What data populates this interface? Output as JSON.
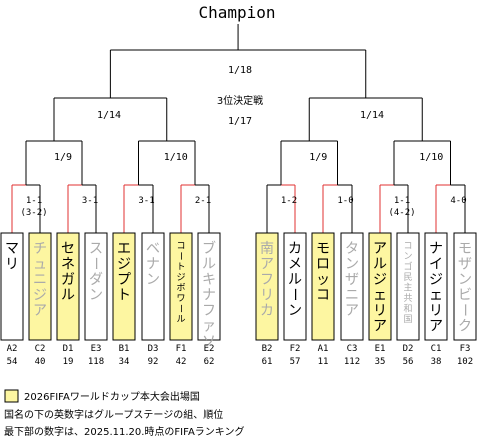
{
  "title": "Champion",
  "final": {
    "date": "1/18"
  },
  "third_place": {
    "label": "3位決定戦",
    "date": "1/17"
  },
  "semifinals": [
    {
      "date": "1/14"
    },
    {
      "date": "1/14"
    }
  ],
  "quarterfinals": [
    {
      "date": "1/9"
    },
    {
      "date": "1/10"
    },
    {
      "date": "1/9"
    },
    {
      "date": "1/10"
    }
  ],
  "r1_matches": [
    {
      "score_lines": [
        "1-1",
        "(3-2)"
      ]
    },
    {
      "score_lines": [
        "3-1"
      ]
    },
    {
      "score_lines": [
        "3-1"
      ]
    },
    {
      "score_lines": [
        "2-1"
      ]
    },
    {
      "score_lines": [
        "1-2"
      ]
    },
    {
      "score_lines": [
        "1-0"
      ]
    },
    {
      "score_lines": [
        "1-1",
        "(4-2)"
      ]
    },
    {
      "score_lines": [
        "4-0"
      ]
    }
  ],
  "teams": [
    {
      "name": "マリ",
      "group": "A2",
      "rank": "54",
      "qualified": false,
      "advanced": true,
      "small": false
    },
    {
      "name": "チュニジア",
      "group": "C2",
      "rank": "40",
      "qualified": true,
      "advanced": false,
      "small": false
    },
    {
      "name": "セネガル",
      "group": "D1",
      "rank": "19",
      "qualified": true,
      "advanced": true,
      "small": false
    },
    {
      "name": "スーダン",
      "group": "E3",
      "rank": "118",
      "qualified": false,
      "advanced": false,
      "small": false
    },
    {
      "name": "エジプト",
      "group": "B1",
      "rank": "34",
      "qualified": true,
      "advanced": true,
      "small": false
    },
    {
      "name": "ベナン",
      "group": "D3",
      "rank": "92",
      "qualified": false,
      "advanced": false,
      "small": false
    },
    {
      "name": "コートジボワール",
      "group": "F1",
      "rank": "42",
      "qualified": true,
      "advanced": true,
      "small": true
    },
    {
      "name": "ブルキナファソ",
      "group": "E2",
      "rank": "62",
      "qualified": false,
      "advanced": false,
      "small": false
    },
    {
      "name": "南アフリカ",
      "group": "B2",
      "rank": "61",
      "qualified": true,
      "advanced": false,
      "small": false
    },
    {
      "name": "カメルーン",
      "group": "F2",
      "rank": "57",
      "qualified": false,
      "advanced": true,
      "small": false
    },
    {
      "name": "モロッコ",
      "group": "A1",
      "rank": "11",
      "qualified": true,
      "advanced": true,
      "small": false
    },
    {
      "name": "タンザニア",
      "group": "C3",
      "rank": "112",
      "qualified": false,
      "advanced": false,
      "small": false
    },
    {
      "name": "アルジェリア",
      "group": "E1",
      "rank": "35",
      "qualified": true,
      "advanced": true,
      "small": false
    },
    {
      "name": "コンゴ民主共和国",
      "group": "D2",
      "rank": "56",
      "qualified": false,
      "advanced": false,
      "small": true
    },
    {
      "name": "ナイジェリア",
      "group": "C1",
      "rank": "38",
      "qualified": false,
      "advanced": true,
      "small": false
    },
    {
      "name": "モザンビーク",
      "group": "F3",
      "rank": "102",
      "qualified": false,
      "advanced": false,
      "small": false
    }
  ],
  "legend": {
    "swatch_label": "2026FIFAワールドカップ本大会出場国",
    "note_lines": [
      "国名の下の英数字はグループステージの組、順位",
      "最下部の数字は、2025.11.20.時点のFIFAランキング"
    ]
  },
  "colors": {
    "qualified_fill": "#fdf6a1",
    "advance_line": "#e03030",
    "line": "#000000",
    "box_border": "#000000",
    "text": "#000000",
    "eliminated_text": "#aaaaaa"
  }
}
